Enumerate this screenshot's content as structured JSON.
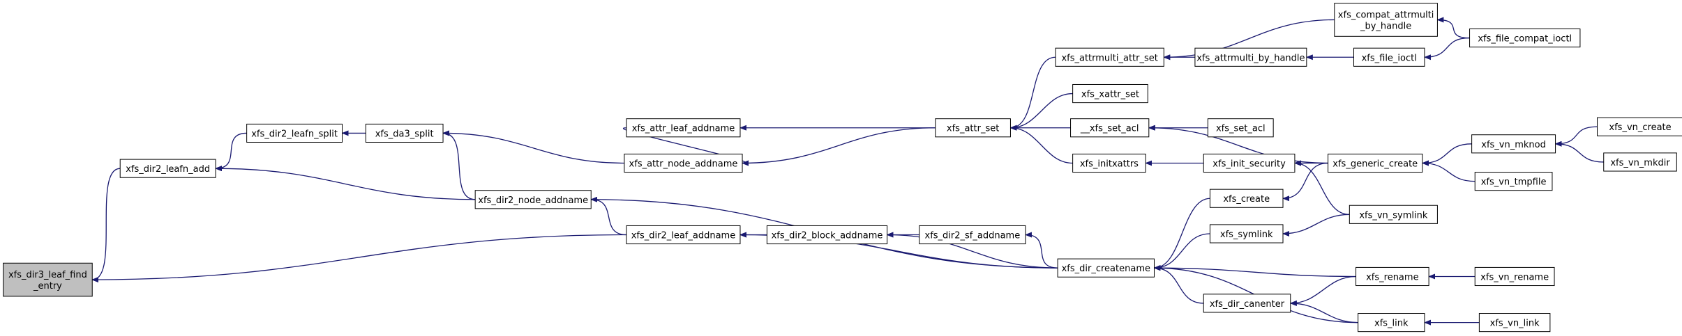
{
  "colors": {
    "edge": "#191970",
    "node_fill": "#ffffff",
    "node_highlight_fill": "#bfbfbf",
    "node_border": "#000000"
  },
  "nodes": [
    {
      "id": "n_find_entry",
      "lines": [
        "xfs_dir3_leaf_find",
        "_entry"
      ],
      "highlight": true
    },
    {
      "id": "n_leafn_add",
      "lines": [
        "xfs_dir2_leafn_add"
      ]
    },
    {
      "id": "n_leafn_split",
      "lines": [
        "xfs_dir2_leafn_split"
      ]
    },
    {
      "id": "n_da3_split",
      "lines": [
        "xfs_da3_split"
      ]
    },
    {
      "id": "n_attr_node_addname",
      "lines": [
        "xfs_attr_node_addname"
      ]
    },
    {
      "id": "n_attr_leaf_addname",
      "lines": [
        "xfs_attr_leaf_addname"
      ]
    },
    {
      "id": "n_dir2_node_addname",
      "lines": [
        "xfs_dir2_node_addname"
      ]
    },
    {
      "id": "n_dir2_leaf_addname",
      "lines": [
        "xfs_dir2_leaf_addname"
      ]
    },
    {
      "id": "n_dir2_block_addname",
      "lines": [
        "xfs_dir2_block_addname"
      ]
    },
    {
      "id": "n_dir2_sf_addname",
      "lines": [
        "xfs_dir2_sf_addname"
      ]
    },
    {
      "id": "n_attr_set",
      "lines": [
        "xfs_attr_set"
      ]
    },
    {
      "id": "n_attrmulti_attr_set",
      "lines": [
        "xfs_attrmulti_attr_set"
      ]
    },
    {
      "id": "n_xattr_set",
      "lines": [
        "xfs_xattr_set"
      ]
    },
    {
      "id": "n__xfs_set_acl",
      "lines": [
        "__xfs_set_acl"
      ]
    },
    {
      "id": "n_initxattrs",
      "lines": [
        "xfs_initxattrs"
      ]
    },
    {
      "id": "n_dir_createname",
      "lines": [
        "xfs_dir_createname"
      ]
    },
    {
      "id": "n_compat_attrmulti",
      "lines": [
        "xfs_compat_attrmulti",
        "_by_handle"
      ]
    },
    {
      "id": "n_attrmulti_by_handle",
      "lines": [
        "xfs_attrmulti_by_handle"
      ]
    },
    {
      "id": "n_set_acl",
      "lines": [
        "xfs_set_acl"
      ]
    },
    {
      "id": "n_init_security",
      "lines": [
        "xfs_init_security"
      ]
    },
    {
      "id": "n_create",
      "lines": [
        "xfs_create"
      ]
    },
    {
      "id": "n_symlink",
      "lines": [
        "xfs_symlink"
      ]
    },
    {
      "id": "n_dir_canenter",
      "lines": [
        "xfs_dir_canenter"
      ]
    },
    {
      "id": "n_file_ioctl",
      "lines": [
        "xfs_file_ioctl"
      ]
    },
    {
      "id": "n_file_compat_ioctl",
      "lines": [
        "xfs_file_compat_ioctl"
      ]
    },
    {
      "id": "n_generic_create",
      "lines": [
        "xfs_generic_create"
      ]
    },
    {
      "id": "n_vn_symlink",
      "lines": [
        "xfs_vn_symlink"
      ]
    },
    {
      "id": "n_rename",
      "lines": [
        "xfs_rename"
      ]
    },
    {
      "id": "n_link",
      "lines": [
        "xfs_link"
      ]
    },
    {
      "id": "n_vn_mknod",
      "lines": [
        "xfs_vn_mknod"
      ]
    },
    {
      "id": "n_vn_tmpfile",
      "lines": [
        "xfs_vn_tmpfile"
      ]
    },
    {
      "id": "n_vn_create",
      "lines": [
        "xfs_vn_create"
      ]
    },
    {
      "id": "n_vn_mkdir",
      "lines": [
        "xfs_vn_mkdir"
      ]
    },
    {
      "id": "n_vn_rename",
      "lines": [
        "xfs_vn_rename"
      ]
    },
    {
      "id": "n_vn_link",
      "lines": [
        "xfs_vn_link"
      ]
    }
  ],
  "edges": [
    {
      "from": "n_leafn_add",
      "to": "n_find_entry"
    },
    {
      "from": "n_dir2_leaf_addname",
      "to": "n_find_entry"
    },
    {
      "from": "n_leafn_split",
      "to": "n_leafn_add"
    },
    {
      "from": "n_dir2_node_addname",
      "to": "n_leafn_add"
    },
    {
      "from": "n_da3_split",
      "to": "n_leafn_split"
    },
    {
      "from": "n_attr_node_addname",
      "to": "n_da3_split"
    },
    {
      "from": "n_dir2_node_addname",
      "to": "n_da3_split"
    },
    {
      "from": "n_attr_leaf_addname",
      "to": "n_attr_node_addname"
    },
    {
      "from": "n_attr_set",
      "to": "n_attr_node_addname"
    },
    {
      "from": "n_attr_set",
      "to": "n_attr_leaf_addname"
    },
    {
      "from": "n_dir2_leaf_addname",
      "to": "n_dir2_node_addname"
    },
    {
      "from": "n_dir_createname",
      "to": "n_dir2_node_addname"
    },
    {
      "from": "n_dir2_block_addname",
      "to": "n_dir2_leaf_addname"
    },
    {
      "from": "n_dir_createname",
      "to": "n_dir2_leaf_addname"
    },
    {
      "from": "n_dir2_sf_addname",
      "to": "n_dir2_block_addname"
    },
    {
      "from": "n_dir_createname",
      "to": "n_dir2_block_addname"
    },
    {
      "from": "n_dir_createname",
      "to": "n_dir2_sf_addname"
    },
    {
      "from": "n_attrmulti_attr_set",
      "to": "n_attr_set"
    },
    {
      "from": "n_xattr_set",
      "to": "n_attr_set"
    },
    {
      "from": "n__xfs_set_acl",
      "to": "n_attr_set"
    },
    {
      "from": "n_initxattrs",
      "to": "n_attr_set"
    },
    {
      "from": "n_compat_attrmulti",
      "to": "n_attrmulti_attr_set"
    },
    {
      "from": "n_attrmulti_by_handle",
      "to": "n_attrmulti_attr_set"
    },
    {
      "from": "n_file_compat_ioctl",
      "to": "n_compat_attrmulti"
    },
    {
      "from": "n_file_ioctl",
      "to": "n_attrmulti_by_handle"
    },
    {
      "from": "n_file_compat_ioctl",
      "to": "n_file_ioctl"
    },
    {
      "from": "n_set_acl",
      "to": "n__xfs_set_acl"
    },
    {
      "from": "n_generic_create",
      "to": "n__xfs_set_acl"
    },
    {
      "from": "n_init_security",
      "to": "n_initxattrs"
    },
    {
      "from": "n_generic_create",
      "to": "n_init_security"
    },
    {
      "from": "n_vn_symlink",
      "to": "n_init_security"
    },
    {
      "from": "n_create",
      "to": "n_dir_createname"
    },
    {
      "from": "n_symlink",
      "to": "n_dir_createname"
    },
    {
      "from": "n_rename",
      "to": "n_dir_createname"
    },
    {
      "from": "n_dir_canenter",
      "to": "n_dir_createname"
    },
    {
      "from": "n_link",
      "to": "n_dir_createname"
    },
    {
      "from": "n_generic_create",
      "to": "n_create"
    },
    {
      "from": "n_vn_symlink",
      "to": "n_symlink"
    },
    {
      "from": "n_rename",
      "to": "n_dir_canenter"
    },
    {
      "from": "n_link",
      "to": "n_dir_canenter"
    },
    {
      "from": "n_vn_mknod",
      "to": "n_generic_create"
    },
    {
      "from": "n_vn_tmpfile",
      "to": "n_generic_create"
    },
    {
      "from": "n_vn_create",
      "to": "n_vn_mknod"
    },
    {
      "from": "n_vn_mkdir",
      "to": "n_vn_mknod"
    },
    {
      "from": "n_vn_rename",
      "to": "n_rename"
    },
    {
      "from": "n_vn_link",
      "to": "n_link"
    }
  ]
}
